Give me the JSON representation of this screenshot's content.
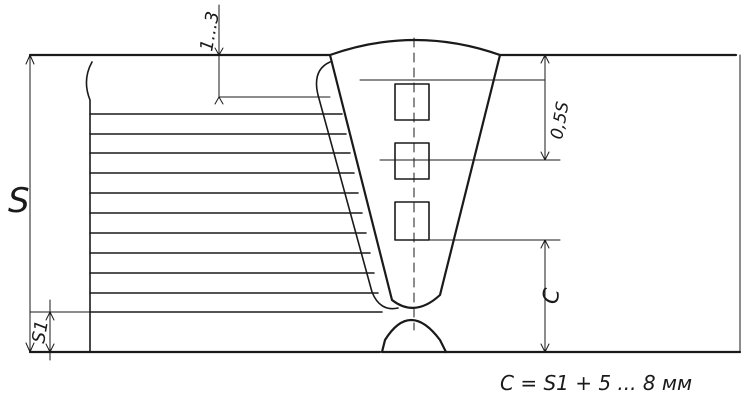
{
  "labels": {
    "thickness": "S",
    "top_gap": "1...3",
    "side_offset": "0,5S",
    "root_thickness": "S1",
    "distance_c": "C",
    "formula": "C = S1 + 5 ... 8 мм"
  }
}
